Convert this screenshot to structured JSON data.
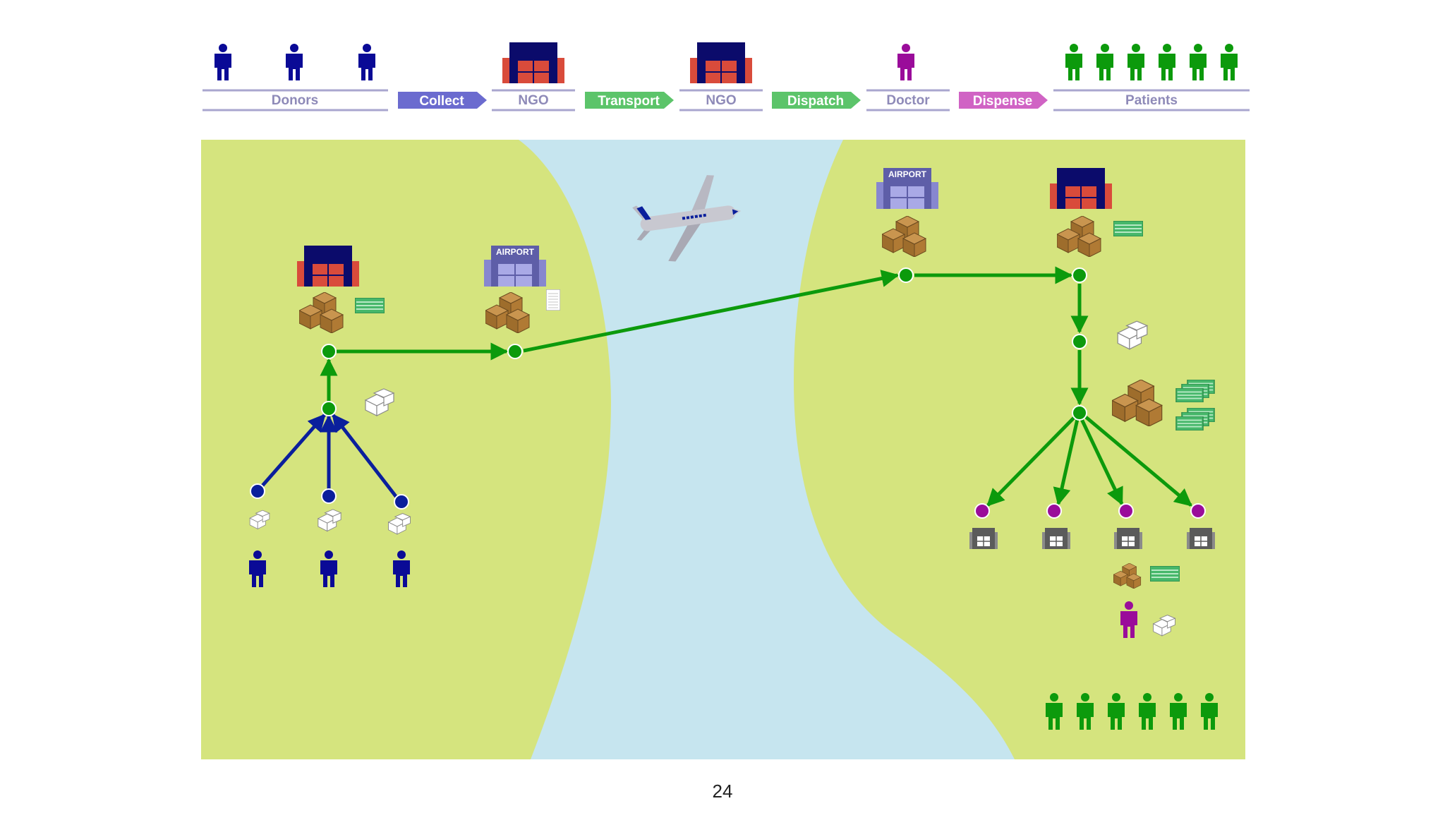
{
  "header": {
    "stages": [
      {
        "key": "donors",
        "label": "Donors",
        "kind": "actor"
      },
      {
        "key": "collect",
        "label": "Collect",
        "kind": "step",
        "color": "#6b6bcf"
      },
      {
        "key": "ngo1",
        "label": "NGO",
        "kind": "actor"
      },
      {
        "key": "transport",
        "label": "Transport",
        "kind": "step",
        "color": "#5cc46a"
      },
      {
        "key": "ngo2",
        "label": "NGO",
        "kind": "actor"
      },
      {
        "key": "dispatch",
        "label": "Dispatch",
        "kind": "step",
        "color": "#5cc46a"
      },
      {
        "key": "doctor",
        "label": "Doctor",
        "kind": "actor"
      },
      {
        "key": "dispense",
        "label": "Dispense",
        "kind": "step",
        "color": "#d063c4"
      },
      {
        "key": "patients",
        "label": "Patients",
        "kind": "actor"
      }
    ]
  },
  "map": {
    "airport_left_label": "AIRPORT",
    "airport_right_label": "AIRPORT"
  },
  "colors": {
    "donor": "#0a0a96",
    "patient": "#0c9a0c",
    "doctor": "#9a0c9a",
    "land": "#d5e47e",
    "water": "#c6e5ef",
    "flow_green": "#0c9a0c",
    "flow_blue": "#0a1f9c",
    "ngo_building": "#0b0b6b",
    "ngo_door": "#d94b3b"
  },
  "icons": {
    "person": "person-icon",
    "warehouse": "warehouse-icon",
    "airport": "airport-icon",
    "boxes": "boxes-icon",
    "medicine_packs": "medicine-packs-icon",
    "cash": "cash-icon",
    "document": "document-icon",
    "clinic": "clinic-icon",
    "plane": "airplane-icon"
  },
  "footer": {
    "page_number": "24"
  }
}
